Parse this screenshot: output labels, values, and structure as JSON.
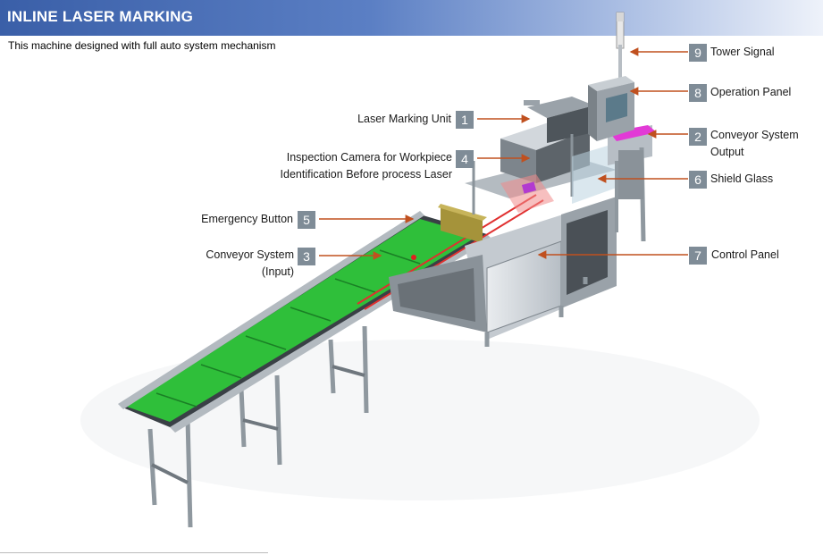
{
  "header": {
    "title": "INLINE LASER MARKING"
  },
  "subtitle": "This machine designed with full auto system mechanism",
  "callouts": [
    {
      "number": "1",
      "label": "Laser Marking Unit"
    },
    {
      "number": "2",
      "label_line1": "Conveyor System",
      "label_line2": "Output"
    },
    {
      "number": "3",
      "label_line1": "Conveyor System",
      "label_line2": "(Input)"
    },
    {
      "number": "4",
      "label_line1": "Inspection Camera for Workpiece",
      "label_line2": "Identification Before process Laser"
    },
    {
      "number": "5",
      "label": "Emergency Button"
    },
    {
      "number": "6",
      "label": "Shield Glass"
    },
    {
      "number": "7",
      "label": "Control Panel"
    },
    {
      "number": "8",
      "label": "Operation Panel"
    },
    {
      "number": "9",
      "label": "Tower Signal"
    }
  ],
  "colors": {
    "arrow": "#c0501f",
    "badge": "#7f8c97",
    "conveyor": "#2fbf3a",
    "frame": "#9aa3ab",
    "header": "#3a5fa8"
  }
}
